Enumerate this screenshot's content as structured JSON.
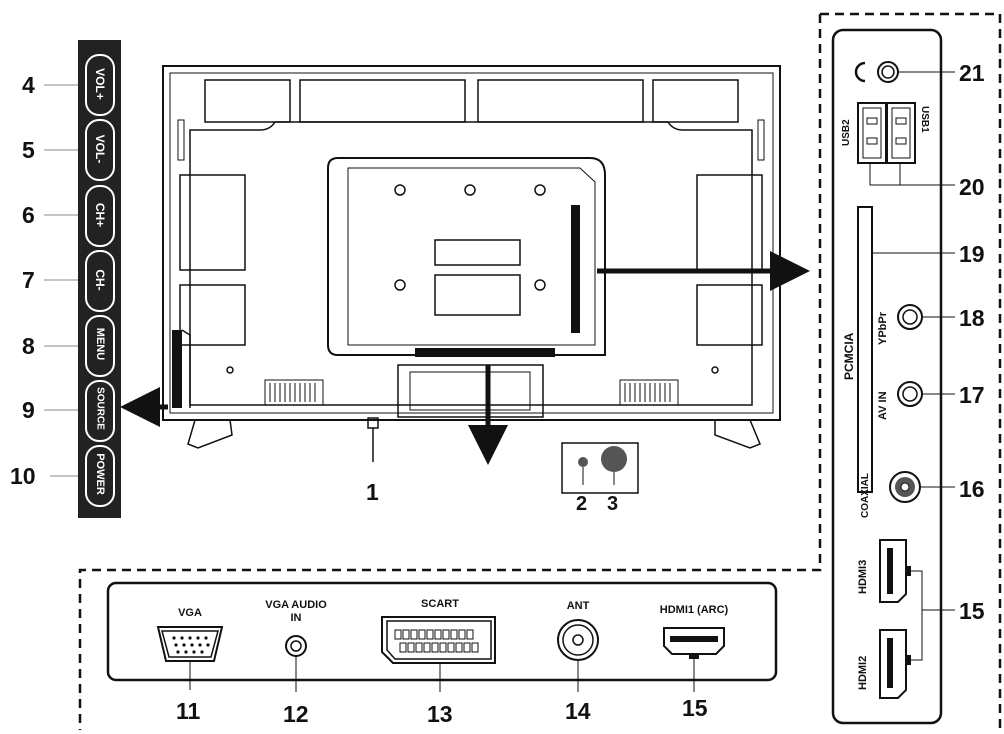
{
  "buttons": [
    {
      "num": "4",
      "label": "VOL+"
    },
    {
      "num": "5",
      "label": "VOL-"
    },
    {
      "num": "6",
      "label": "CH+"
    },
    {
      "num": "7",
      "label": "CH-"
    },
    {
      "num": "8",
      "label": "MENU"
    },
    {
      "num": "9",
      "label": "SOURCE"
    },
    {
      "num": "10",
      "label": "POWER"
    }
  ],
  "callouts": {
    "n1": "1",
    "n2": "2",
    "n3": "3",
    "n11": "11",
    "n12": "12",
    "n13": "13",
    "n14": "14",
    "n15_bottom": "15",
    "n15_side": "15",
    "n16": "16",
    "n17": "17",
    "n18": "18",
    "n19": "19",
    "n20": "20",
    "n21": "21"
  },
  "bottom_panel": {
    "vga": "VGA",
    "vga_audio_1": "VGA AUDIO",
    "vga_audio_2": "IN",
    "scart": "SCART",
    "ant": "ANT",
    "hdmi1": "HDMI1 (ARC)"
  },
  "side_panel": {
    "usb2": "USB2",
    "usb1": "USB1",
    "pcmcia": "PCMCIA",
    "ypbpr": "YPbPr",
    "av_in": "AV IN",
    "coaxial": "COAXIAL",
    "hdmi3": "HDMI3",
    "hdmi2": "HDMI2"
  }
}
